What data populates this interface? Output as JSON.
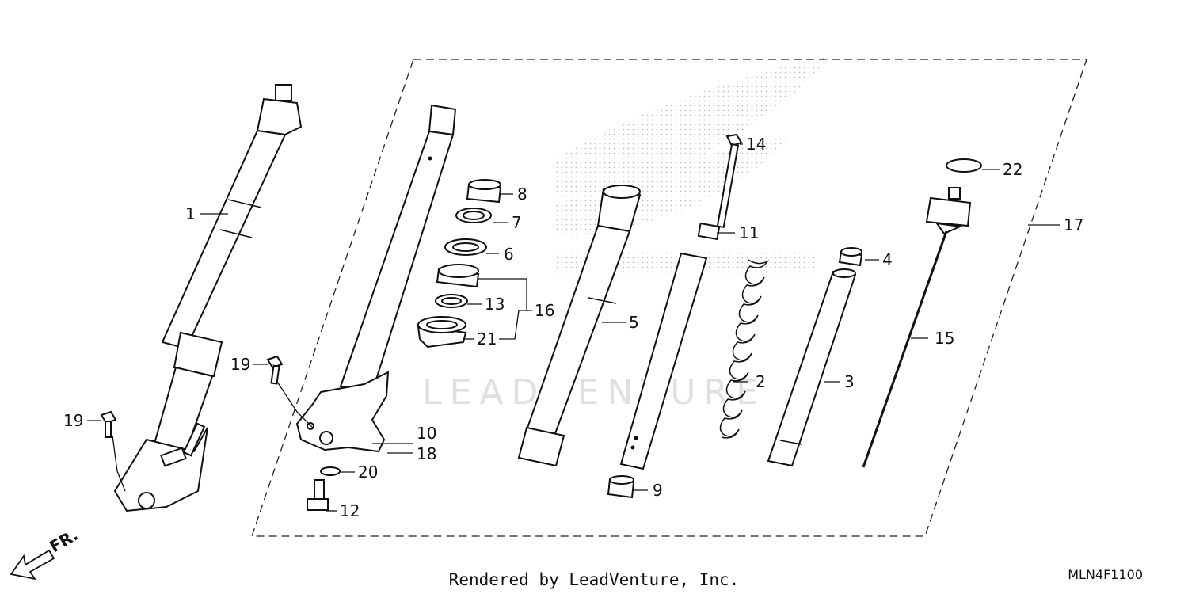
{
  "callouts": [
    {
      "id": "c1",
      "text": "1"
    },
    {
      "id": "c2",
      "text": "2"
    },
    {
      "id": "c3",
      "text": "3"
    },
    {
      "id": "c4",
      "text": "4"
    },
    {
      "id": "c5",
      "text": "5"
    },
    {
      "id": "c6",
      "text": "6"
    },
    {
      "id": "c7",
      "text": "7"
    },
    {
      "id": "c8",
      "text": "8"
    },
    {
      "id": "c9",
      "text": "9"
    },
    {
      "id": "c10",
      "text": "10"
    },
    {
      "id": "c11",
      "text": "11"
    },
    {
      "id": "c12",
      "text": "12"
    },
    {
      "id": "c13",
      "text": "13"
    },
    {
      "id": "c14",
      "text": "14"
    },
    {
      "id": "c15",
      "text": "15"
    },
    {
      "id": "c16",
      "text": "16"
    },
    {
      "id": "c17",
      "text": "17"
    },
    {
      "id": "c18",
      "text": "18"
    },
    {
      "id": "c19a",
      "text": "19"
    },
    {
      "id": "c19b",
      "text": "19"
    },
    {
      "id": "c20",
      "text": "20"
    },
    {
      "id": "c21",
      "text": "21"
    },
    {
      "id": "c22",
      "text": "22"
    }
  ],
  "direction_label": "FR.",
  "watermark": "LEADVENTURE",
  "footer_credit": "Rendered by LeadVenture, Inc.",
  "diagram_code": "MLN4F1100"
}
